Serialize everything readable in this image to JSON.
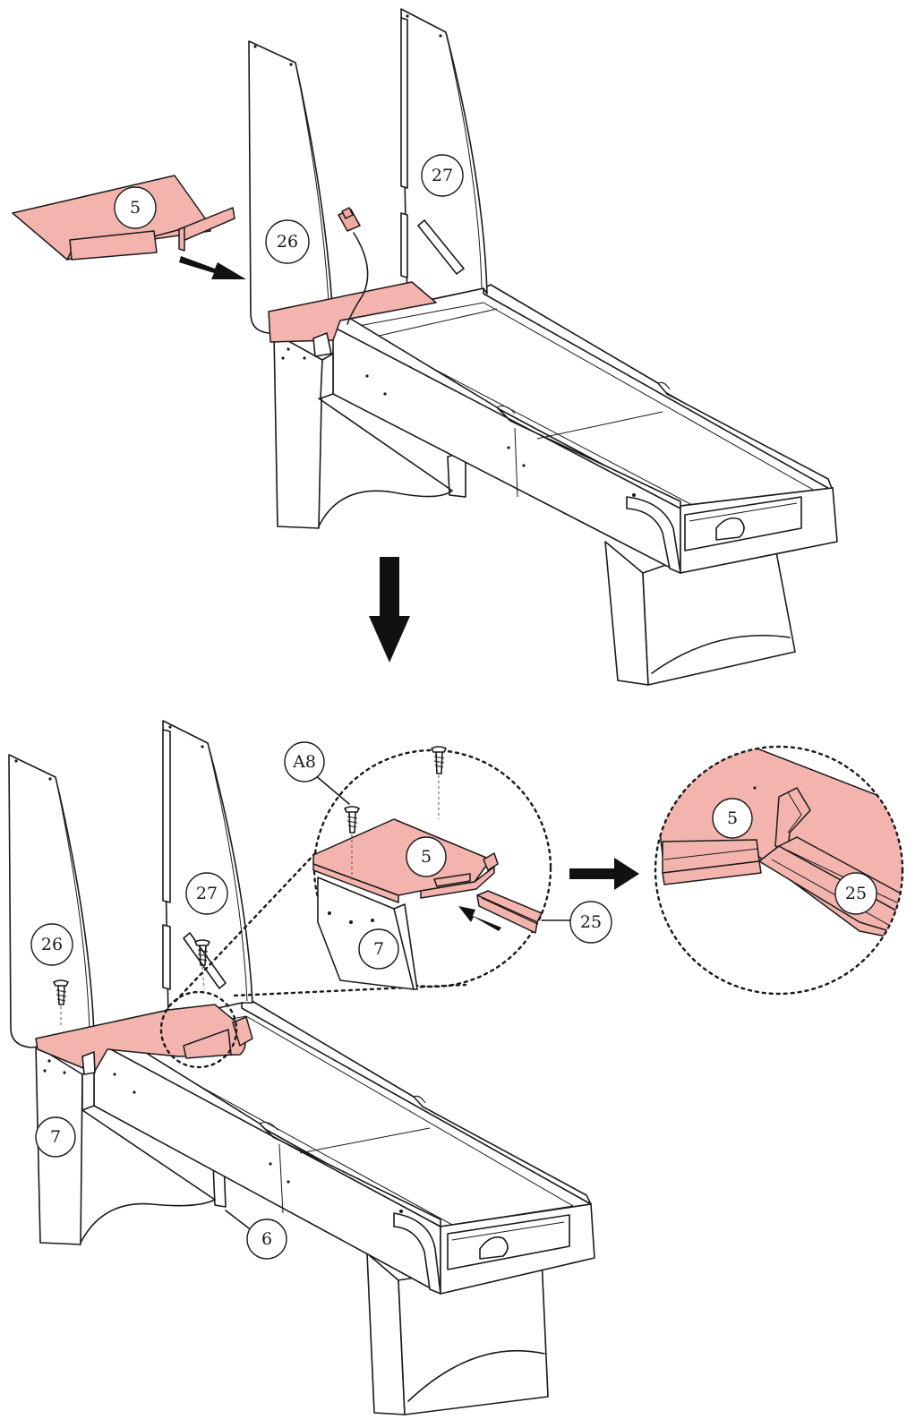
{
  "figure": {
    "callouts": {
      "top_5": "5",
      "top_26": "26",
      "top_27": "27",
      "bottom_26": "26",
      "bottom_27": "27",
      "bottom_7": "7",
      "bottom_6": "6",
      "detail_a8": "A8",
      "detail_5": "5",
      "detail_7": "7",
      "detail_25": "25",
      "result_5": "5",
      "result_25": "25"
    },
    "colors": {
      "highlight": "#f3b4ae",
      "line": "#1a1a1a",
      "arrow": "#111111"
    },
    "icons": [
      "screw-icon",
      "arrow-right-icon",
      "arrow-down-icon",
      "zoom-circle"
    ]
  }
}
